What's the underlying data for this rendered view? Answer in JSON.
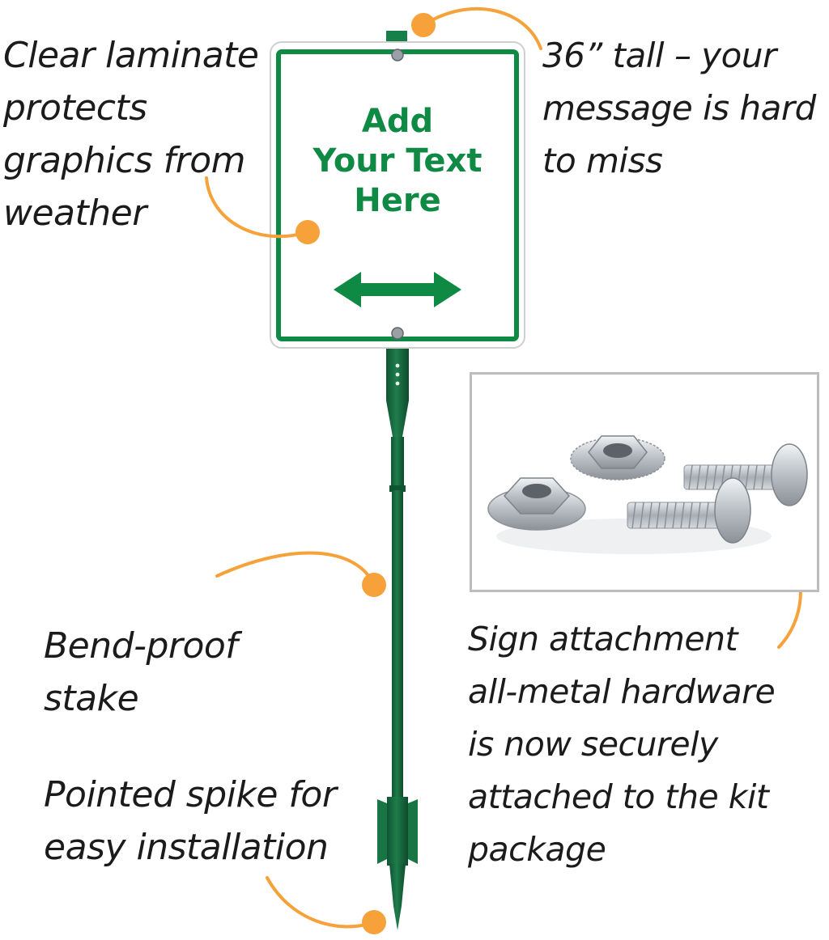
{
  "colors": {
    "accent_green": "#0f8a45",
    "stake_green": "#16693f",
    "callout_orange": "#f6a13a",
    "text": "#1b1b1b",
    "frame_gray": "#bdbdbd"
  },
  "sign": {
    "lines": [
      "Add",
      "Your Text",
      "Here"
    ],
    "icon": "double-arrow-icon"
  },
  "callouts": {
    "laminate": [
      "Clear laminate",
      "protects",
      "graphics from",
      "weather"
    ],
    "height": [
      "36” tall – your",
      "message is hard",
      "to miss"
    ],
    "stake": [
      "Bend-proof",
      "stake"
    ],
    "spike": [
      "Pointed spike for",
      "easy installation"
    ],
    "hardware": [
      "Sign attachment",
      "all-metal hardware",
      "is now securely",
      "attached to the kit",
      "package"
    ]
  }
}
